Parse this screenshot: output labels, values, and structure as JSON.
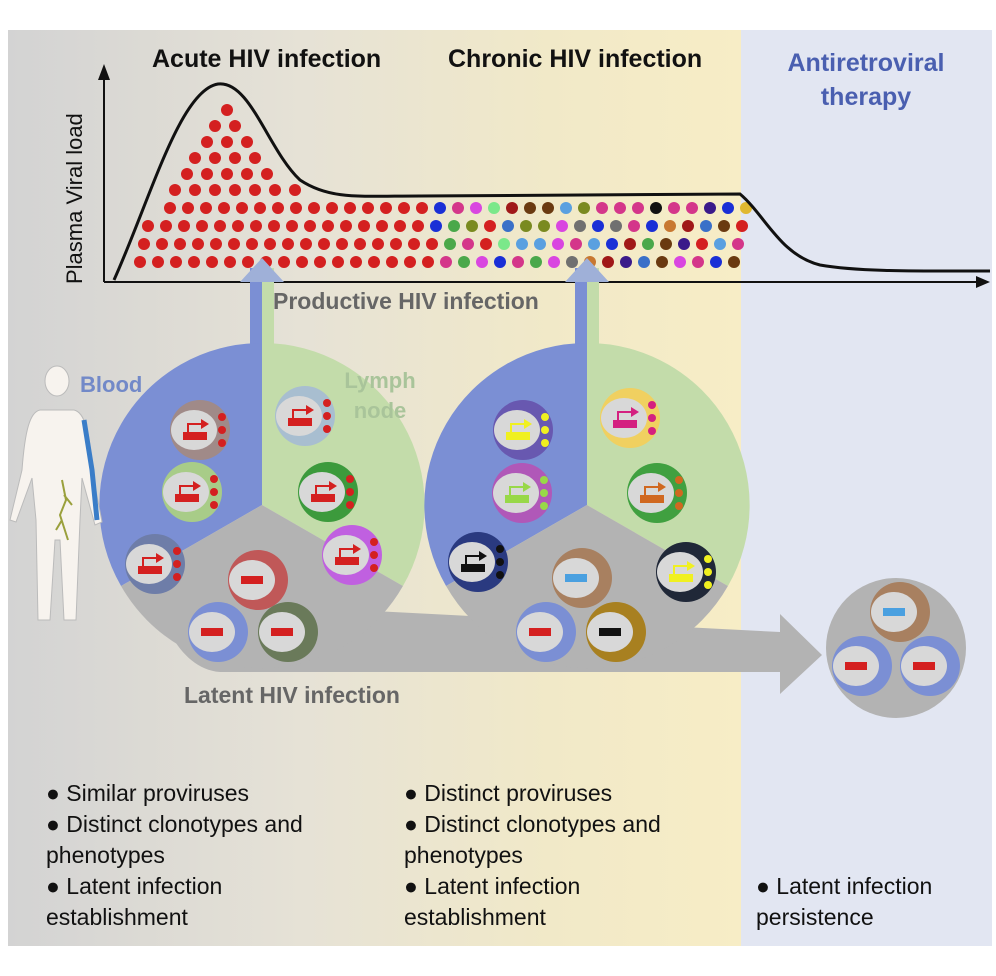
{
  "phases": {
    "acute": "Acute HIV infection",
    "chronic": "Chronic HIV infection",
    "art_line1": "Antiretroviral",
    "art_line2": "therapy"
  },
  "chart": {
    "ylabel": "Plasma Viral load",
    "xlabel": ""
  },
  "labels": {
    "productive": "Productive HIV infection",
    "latent": "Latent HIV infection",
    "blood": "Blood",
    "lymph_line1": "Lymph",
    "lymph_line2": "node"
  },
  "colors": {
    "acute_virion": "#d42020",
    "blood": "#7b8fd4",
    "lymph": "#c3dcaa",
    "latent": "#b3b3b3",
    "art_text": "#4a5fb0"
  },
  "notes": {
    "acute": [
      "● Similar proviruses",
      "● Distinct clonotypes and",
      "phenotypes",
      "● Latent infection",
      "establishment"
    ],
    "chronic": [
      "● Distinct proviruses",
      "● Distinct clonotypes and",
      "phenotypes",
      "● Latent infection",
      "establishment"
    ],
    "art": [
      "● Latent infection",
      "persistence"
    ]
  }
}
